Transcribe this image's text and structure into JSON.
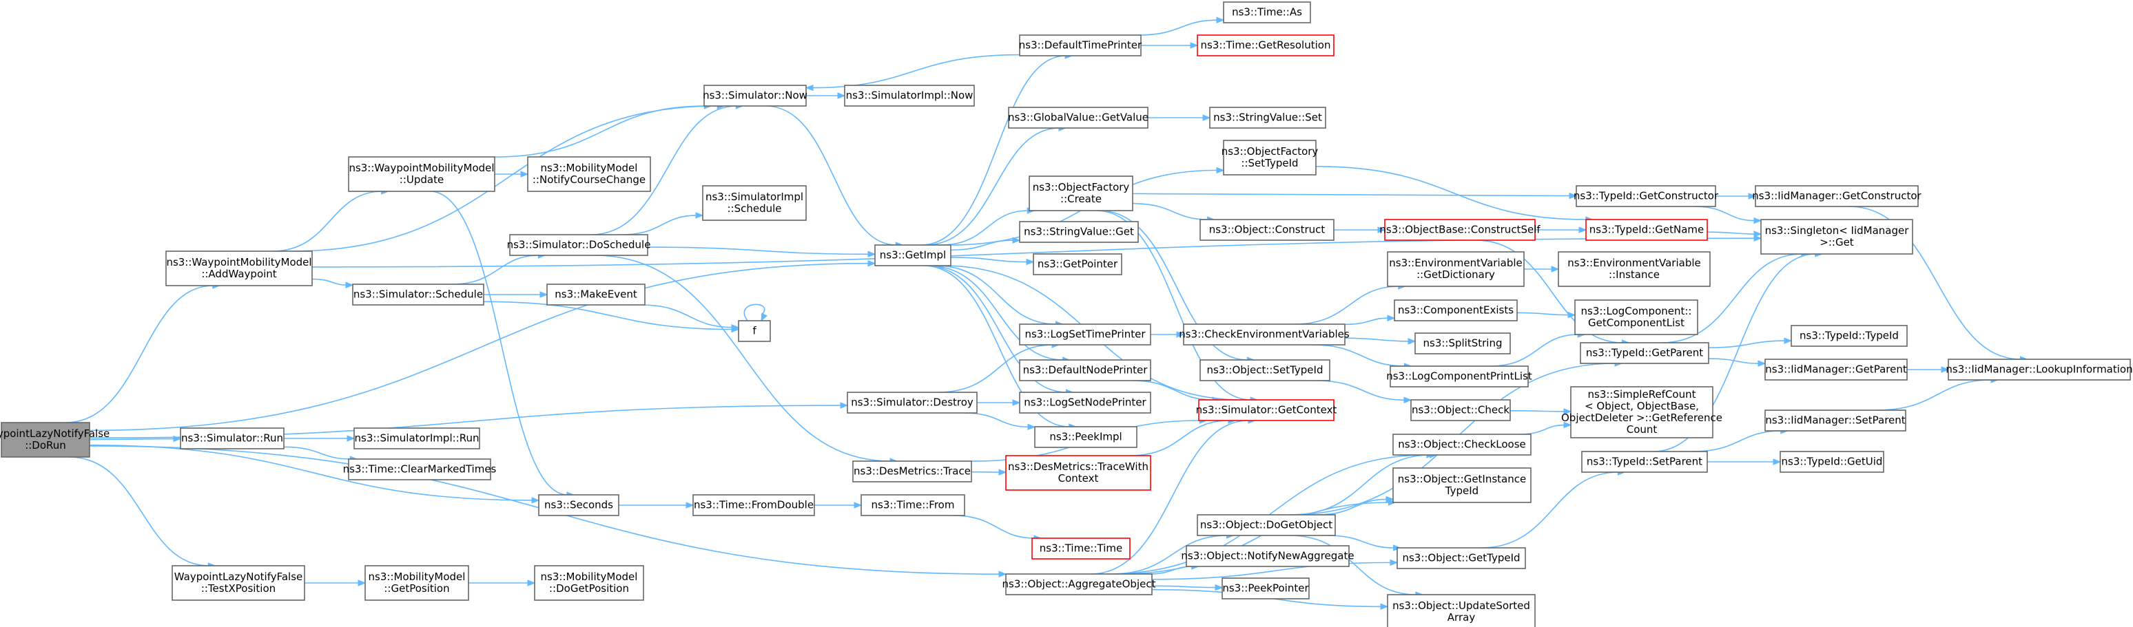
{
  "colors": {
    "edge": "#63b8ff",
    "node_fill": "#ffffff",
    "node_border": "#666666",
    "root_fill": "#999999",
    "root_border": "#666666",
    "truncated_border": "#ff0000"
  },
  "nodes": [
    {
      "id": "doRun",
      "lines": [
        "WaypointLazyNotifyFalse",
        "::DoRun"
      ],
      "root": true
    },
    {
      "id": "addWaypoint",
      "lines": [
        "ns3::WaypointMobilityModel",
        "::AddWaypoint"
      ]
    },
    {
      "id": "wmmUpdate",
      "lines": [
        "ns3::WaypointMobilityModel",
        "::Update"
      ]
    },
    {
      "id": "mmNotify",
      "lines": [
        "ns3::MobilityModel",
        "::NotifyCourseChange"
      ]
    },
    {
      "id": "simRun",
      "lines": [
        "ns3::Simulator::Run"
      ]
    },
    {
      "id": "simImplRun",
      "lines": [
        "ns3::SimulatorImpl::Run"
      ]
    },
    {
      "id": "clearMarked",
      "lines": [
        "ns3::Time::ClearMarkedTimes"
      ]
    },
    {
      "id": "testX",
      "lines": [
        "WaypointLazyNotifyFalse",
        "::TestXPosition"
      ]
    },
    {
      "id": "mmGetPos",
      "lines": [
        "ns3::MobilityModel",
        "::GetPosition"
      ]
    },
    {
      "id": "mmDoGetPos",
      "lines": [
        "ns3::MobilityModel",
        "::DoGetPosition"
      ]
    },
    {
      "id": "simNow",
      "lines": [
        "ns3::Simulator::Now"
      ]
    },
    {
      "id": "simImplNow",
      "lines": [
        "ns3::SimulatorImpl::Now"
      ]
    },
    {
      "id": "simDoSchedule",
      "lines": [
        "ns3::Simulator::DoSchedule"
      ]
    },
    {
      "id": "simImplSchedule",
      "lines": [
        "ns3::SimulatorImpl",
        "::Schedule"
      ]
    },
    {
      "id": "simSchedule",
      "lines": [
        "ns3::Simulator::Schedule"
      ]
    },
    {
      "id": "makeEvent",
      "lines": [
        "ns3::MakeEvent"
      ]
    },
    {
      "id": "f",
      "lines": [
        "f"
      ]
    },
    {
      "id": "simDestroy",
      "lines": [
        "ns3::Simulator::Destroy"
      ]
    },
    {
      "id": "desTrace",
      "lines": [
        "ns3::DesMetrics::Trace"
      ]
    },
    {
      "id": "desTraceCtx",
      "lines": [
        "ns3::DesMetrics::TraceWith",
        "Context"
      ],
      "truncated": true
    },
    {
      "id": "seconds",
      "lines": [
        "ns3::Seconds"
      ]
    },
    {
      "id": "fromDouble",
      "lines": [
        "ns3::Time::FromDouble"
      ]
    },
    {
      "id": "timeFrom",
      "lines": [
        "ns3::Time::From"
      ]
    },
    {
      "id": "timeTime",
      "lines": [
        "ns3::Time::Time"
      ],
      "truncated": true
    },
    {
      "id": "getImpl",
      "lines": [
        "ns3::GetImpl"
      ]
    },
    {
      "id": "defTimePrinter",
      "lines": [
        "ns3::DefaultTimePrinter"
      ]
    },
    {
      "id": "timeAs",
      "lines": [
        "ns3::Time::As"
      ]
    },
    {
      "id": "getResolution",
      "lines": [
        "ns3::Time::GetResolution"
      ],
      "truncated": true
    },
    {
      "id": "gvGetValue",
      "lines": [
        "ns3::GlobalValue::GetValue"
      ]
    },
    {
      "id": "svSet",
      "lines": [
        "ns3::StringValue::Set"
      ]
    },
    {
      "id": "ofSetTypeId",
      "lines": [
        "ns3::ObjectFactory",
        "::SetTypeId"
      ]
    },
    {
      "id": "ofCreate",
      "lines": [
        "ns3::ObjectFactory",
        "::Create"
      ]
    },
    {
      "id": "svGet",
      "lines": [
        "ns3::StringValue::Get"
      ]
    },
    {
      "id": "getPointer",
      "lines": [
        "ns3::GetPointer"
      ]
    },
    {
      "id": "logSetTime",
      "lines": [
        "ns3::LogSetTimePrinter"
      ]
    },
    {
      "id": "defNodePrinter",
      "lines": [
        "ns3::DefaultNodePrinter"
      ]
    },
    {
      "id": "logSetNode",
      "lines": [
        "ns3::LogSetNodePrinter"
      ]
    },
    {
      "id": "peekImpl",
      "lines": [
        "ns3::PeekImpl"
      ]
    },
    {
      "id": "aggObj",
      "lines": [
        "ns3::Object::AggregateObject"
      ]
    },
    {
      "id": "objConstruct",
      "lines": [
        "ns3::Object::Construct"
      ]
    },
    {
      "id": "constructSelf",
      "lines": [
        "ns3::ObjectBase::ConstructSelf"
      ],
      "truncated": true
    },
    {
      "id": "checkEnv",
      "lines": [
        "ns3::CheckEnvironmentVariables"
      ]
    },
    {
      "id": "envGetDict",
      "lines": [
        "ns3::EnvironmentVariable",
        "::GetDictionary"
      ]
    },
    {
      "id": "envInstance",
      "lines": [
        "ns3::EnvironmentVariable",
        "::Instance"
      ]
    },
    {
      "id": "compExists",
      "lines": [
        "ns3::ComponentExists"
      ]
    },
    {
      "id": "splitString",
      "lines": [
        "ns3::SplitString"
      ]
    },
    {
      "id": "logCompList",
      "lines": [
        "ns3::LogComponentPrintList"
      ]
    },
    {
      "id": "logCompGetList",
      "lines": [
        "ns3::LogComponent::",
        "GetComponentList"
      ]
    },
    {
      "id": "objSetTypeId",
      "lines": [
        "ns3::Object::SetTypeId"
      ]
    },
    {
      "id": "simGetContext",
      "lines": [
        "ns3::Simulator::GetContext"
      ],
      "truncated": true
    },
    {
      "id": "objCheck",
      "lines": [
        "ns3::Object::Check"
      ]
    },
    {
      "id": "objCheckLoose",
      "lines": [
        "ns3::Object::CheckLoose"
      ]
    },
    {
      "id": "objGetInstanceTid",
      "lines": [
        "ns3::Object::GetInstance",
        "TypeId"
      ]
    },
    {
      "id": "objDoGetObject",
      "lines": [
        "ns3::Object::DoGetObject"
      ]
    },
    {
      "id": "objNotifyNewAgg",
      "lines": [
        "ns3::Object::NotifyNewAggregate"
      ]
    },
    {
      "id": "peekPointer",
      "lines": [
        "ns3::PeekPointer"
      ]
    },
    {
      "id": "objGetTypeId",
      "lines": [
        "ns3::Object::GetTypeId"
      ]
    },
    {
      "id": "objUpdateSorted",
      "lines": [
        "ns3::Object::UpdateSorted",
        "Array"
      ]
    },
    {
      "id": "tidGetConstructor",
      "lines": [
        "ns3::TypeId::GetConstructor"
      ]
    },
    {
      "id": "tidGetName",
      "lines": [
        "ns3::TypeId::GetName"
      ],
      "truncated": true
    },
    {
      "id": "tidGetParent",
      "lines": [
        "ns3::TypeId::GetParent"
      ]
    },
    {
      "id": "simpleRefCount",
      "lines": [
        "ns3::SimpleRefCount",
        "< Object, ObjectBase,",
        "ObjectDeleter >::GetReference",
        "Count"
      ]
    },
    {
      "id": "tidSetParent",
      "lines": [
        "ns3::TypeId::SetParent"
      ]
    },
    {
      "id": "iidGetConstructor",
      "lines": [
        "ns3::IidManager::GetConstructor"
      ]
    },
    {
      "id": "singletonGet",
      "lines": [
        "ns3::Singleton< IidManager",
        ">::Get"
      ]
    },
    {
      "id": "tidTypeId",
      "lines": [
        "ns3::TypeId::TypeId"
      ]
    },
    {
      "id": "iidGetParent",
      "lines": [
        "ns3::IidManager::GetParent"
      ]
    },
    {
      "id": "iidLookup",
      "lines": [
        "ns3::IidManager::LookupInformation"
      ]
    },
    {
      "id": "iidSetParent",
      "lines": [
        "ns3::IidManager::SetParent"
      ]
    },
    {
      "id": "tidGetUid",
      "lines": [
        "ns3::TypeId::GetUid"
      ]
    }
  ],
  "edges": [
    {
      "from": "doRun",
      "to": "addWaypoint"
    },
    {
      "from": "doRun",
      "to": "getImpl"
    },
    {
      "from": "doRun",
      "to": "simDestroy"
    },
    {
      "from": "doRun",
      "to": "simRun"
    },
    {
      "from": "doRun",
      "to": "seconds"
    },
    {
      "from": "doRun",
      "to": "aggObj"
    },
    {
      "from": "doRun",
      "to": "testX"
    },
    {
      "from": "addWaypoint",
      "to": "wmmUpdate"
    },
    {
      "from": "addWaypoint",
      "to": "simNow"
    },
    {
      "from": "addWaypoint",
      "to": "simSchedule"
    },
    {
      "from": "addWaypoint",
      "to": "singletonGet"
    },
    {
      "from": "wmmUpdate",
      "to": "simNow"
    },
    {
      "from": "wmmUpdate",
      "to": "mmNotify"
    },
    {
      "from": "wmmUpdate",
      "to": "seconds"
    },
    {
      "from": "simRun",
      "to": "simImplRun"
    },
    {
      "from": "simRun",
      "to": "clearMarked"
    },
    {
      "from": "testX",
      "to": "mmGetPos"
    },
    {
      "from": "mmGetPos",
      "to": "mmDoGetPos"
    },
    {
      "from": "simNow",
      "to": "simImplNow"
    },
    {
      "from": "simNow",
      "to": "getImpl"
    },
    {
      "from": "simDoSchedule",
      "to": "simNow"
    },
    {
      "from": "simDoSchedule",
      "to": "simImplSchedule"
    },
    {
      "from": "simDoSchedule",
      "to": "getImpl"
    },
    {
      "from": "simDoSchedule",
      "to": "desTrace"
    },
    {
      "from": "simSchedule",
      "to": "simDoSchedule"
    },
    {
      "from": "simSchedule",
      "to": "makeEvent"
    },
    {
      "from": "simSchedule",
      "to": "f"
    },
    {
      "from": "makeEvent",
      "to": "f"
    },
    {
      "from": "f",
      "to": "f"
    },
    {
      "from": "simDestroy",
      "to": "logSetTime"
    },
    {
      "from": "simDestroy",
      "to": "logSetNode"
    },
    {
      "from": "simDestroy",
      "to": "peekImpl"
    },
    {
      "from": "desTrace",
      "to": "desTraceCtx"
    },
    {
      "from": "desTrace",
      "to": "simGetContext"
    },
    {
      "from": "desTraceCtx",
      "to": "simGetContext"
    },
    {
      "from": "seconds",
      "to": "fromDouble"
    },
    {
      "from": "fromDouble",
      "to": "timeFrom"
    },
    {
      "from": "timeFrom",
      "to": "timeTime"
    },
    {
      "from": "getImpl",
      "to": "defTimePrinter"
    },
    {
      "from": "getImpl",
      "to": "gvGetValue"
    },
    {
      "from": "getImpl",
      "to": "ofSetTypeId"
    },
    {
      "from": "getImpl",
      "to": "ofCreate"
    },
    {
      "from": "getImpl",
      "to": "svGet"
    },
    {
      "from": "getImpl",
      "to": "getPointer"
    },
    {
      "from": "getImpl",
      "to": "logSetTime"
    },
    {
      "from": "getImpl",
      "to": "defNodePrinter"
    },
    {
      "from": "getImpl",
      "to": "logSetNode"
    },
    {
      "from": "getImpl",
      "to": "peekImpl"
    },
    {
      "from": "defTimePrinter",
      "to": "timeAs"
    },
    {
      "from": "defTimePrinter",
      "to": "getResolution"
    },
    {
      "from": "defTimePrinter",
      "to": "simNow"
    },
    {
      "from": "gvGetValue",
      "to": "svSet"
    },
    {
      "from": "ofSetTypeId",
      "to": "tidGetName"
    },
    {
      "from": "ofCreate",
      "to": "tidGetConstructor"
    },
    {
      "from": "ofCreate",
      "to": "objConstruct"
    },
    {
      "from": "ofCreate",
      "to": "objSetTypeId"
    },
    {
      "from": "ofCreate",
      "to": "simGetContext"
    },
    {
      "from": "objConstruct",
      "to": "constructSelf"
    },
    {
      "from": "constructSelf",
      "to": "tidGetName"
    },
    {
      "from": "constructSelf",
      "to": "tidGetParent"
    },
    {
      "from": "logSetTime",
      "to": "checkEnv"
    },
    {
      "from": "defNodePrinter",
      "to": "simGetContext"
    },
    {
      "from": "checkEnv",
      "to": "envGetDict"
    },
    {
      "from": "checkEnv",
      "to": "compExists"
    },
    {
      "from": "checkEnv",
      "to": "splitString"
    },
    {
      "from": "checkEnv",
      "to": "logCompList"
    },
    {
      "from": "envGetDict",
      "to": "envInstance"
    },
    {
      "from": "compExists",
      "to": "logCompGetList"
    },
    {
      "from": "logCompList",
      "to": "logCompGetList"
    },
    {
      "from": "objSetTypeId",
      "to": "objCheck"
    },
    {
      "from": "objCheck",
      "to": "simpleRefCount"
    },
    {
      "from": "objCheckLoose",
      "to": "simpleRefCount"
    },
    {
      "from": "simGetContext",
      "to": "getImpl"
    },
    {
      "from": "aggObj",
      "to": "objCheckLoose"
    },
    {
      "from": "aggObj",
      "to": "objGetInstanceTid"
    },
    {
      "from": "aggObj",
      "to": "objDoGetObject"
    },
    {
      "from": "aggObj",
      "to": "objNotifyNewAgg"
    },
    {
      "from": "aggObj",
      "to": "peekPointer"
    },
    {
      "from": "aggObj",
      "to": "objGetTypeId"
    },
    {
      "from": "aggObj",
      "to": "objUpdateSorted"
    },
    {
      "from": "aggObj",
      "to": "simGetContext"
    },
    {
      "from": "objDoGetObject",
      "to": "objCheckLoose"
    },
    {
      "from": "objDoGetObject",
      "to": "objGetInstanceTid"
    },
    {
      "from": "objDoGetObject",
      "to": "objGetTypeId"
    },
    {
      "from": "objDoGetObject",
      "to": "objUpdateSorted"
    },
    {
      "from": "objDoGetObject",
      "to": "tidGetParent"
    },
    {
      "from": "objGetTypeId",
      "to": "tidSetParent"
    },
    {
      "from": "tidGetConstructor",
      "to": "iidGetConstructor"
    },
    {
      "from": "tidGetConstructor",
      "to": "singletonGet"
    },
    {
      "from": "tidGetName",
      "to": "singletonGet"
    },
    {
      "from": "tidGetParent",
      "to": "tidTypeId"
    },
    {
      "from": "tidGetParent",
      "to": "iidGetParent"
    },
    {
      "from": "tidGetParent",
      "to": "singletonGet"
    },
    {
      "from": "tidSetParent",
      "to": "iidSetParent"
    },
    {
      "from": "tidSetParent",
      "to": "tidGetUid"
    },
    {
      "from": "tidSetParent",
      "to": "singletonGet"
    },
    {
      "from": "iidGetConstructor",
      "to": "iidLookup"
    },
    {
      "from": "iidGetParent",
      "to": "iidLookup"
    },
    {
      "from": "iidSetParent",
      "to": "iidLookup"
    }
  ]
}
